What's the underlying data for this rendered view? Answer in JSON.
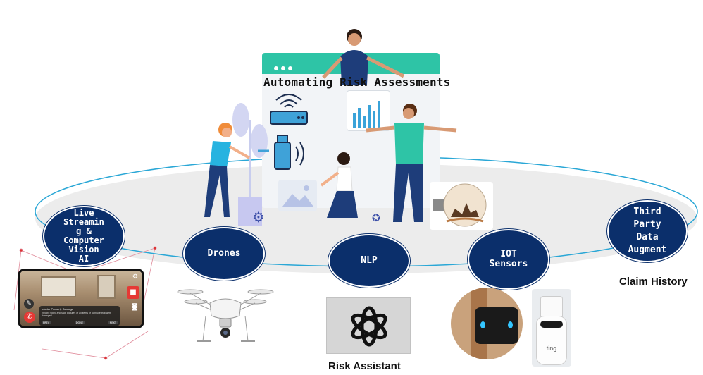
{
  "title": "Automating Risk Assessments",
  "nodes": {
    "live_streaming": "Live\nStreamin\ng &\nComputer\nVision\nAI",
    "drones": "Drones",
    "nlp": "NLP",
    "iot_sensors": "IOT\nSensors",
    "third_party": "Third\nParty\nData\nAugment"
  },
  "captions": {
    "risk_assistant": "Risk Assistant",
    "claim_history": "Claim History"
  },
  "phone": {
    "notice_title": "Interior Property Damage",
    "notice_text": "Record video and take pictures of all items or furniture that were damaged",
    "btn_left": "PREV",
    "btn_mid": "DONE",
    "btn_right": "NEXT"
  },
  "device_brand": "ting",
  "colors": {
    "node_fill": "#0b2f6b",
    "accent_teal": "#2ec4a6",
    "ring_stroke": "#2aa7d6"
  }
}
